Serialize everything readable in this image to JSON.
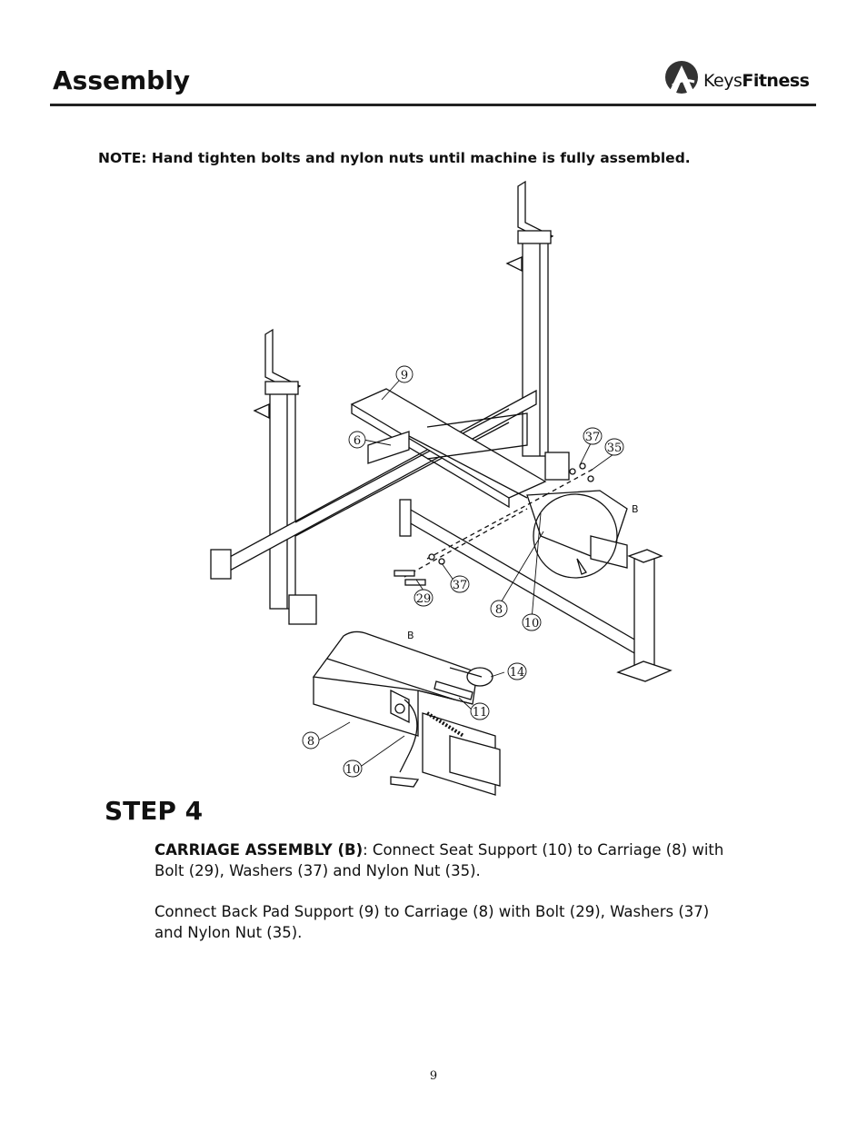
{
  "header": {
    "title": "Assembly",
    "logo": {
      "brand_light": "Keys",
      "brand_bold": "Fitness"
    }
  },
  "note": "NOTE:  Hand tighten bolts and nylon nuts until machine is fully assembled.",
  "diagram": {
    "callouts": [
      "9",
      "6",
      "37",
      "35",
      "29",
      "37",
      "8",
      "10",
      "14",
      "11",
      "8",
      "10"
    ],
    "detail_label_1": "B",
    "detail_label_2": "B"
  },
  "step": {
    "title": "STEP 4",
    "p1_lead": "CARRIAGE ASSEMBLY (B)",
    "p1_rest": ": Connect Seat Support (10) to Carriage (8) with Bolt (29), Washers (37) and Nylon Nut (35).",
    "p2": "Connect Back Pad Support (9) to Carriage (8) with Bolt (29), Washers (37) and Nylon Nut (35)."
  },
  "page_number": "9"
}
